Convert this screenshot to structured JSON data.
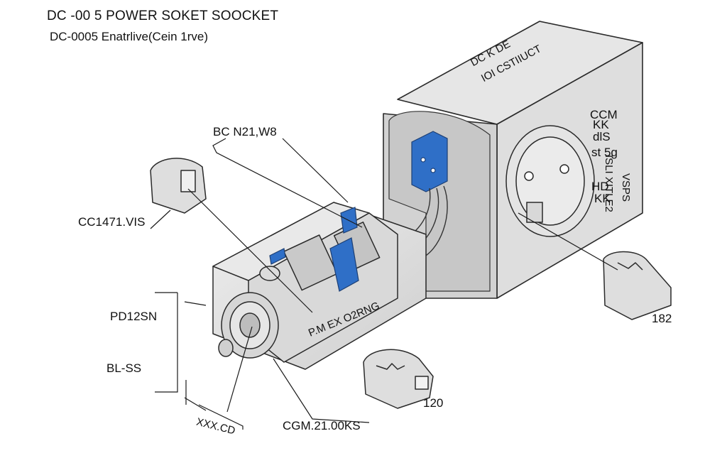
{
  "header": {
    "title": "DC -00 5 POWER SOKET SOOCKET",
    "subtitle": "DC-0005 Enatrlive(Cein 1rve)"
  },
  "callouts": {
    "top_center": "BC N21,W8",
    "left_part": "CC1471.VIS",
    "left_dim_1": "PD12SN",
    "left_dim_2": "BL-SS",
    "bottom_left": "XXX.CD",
    "bottom_center": "CGM.21.00KS",
    "clip_front": "120",
    "clip_right": "182"
  },
  "housing": {
    "side_text": [
      "DC K DE",
      "IOI CSTIIUCT"
    ],
    "face_text": [
      "CCM",
      "KK",
      "dlS",
      "st 5g",
      "HD",
      "KK"
    ],
    "rotated_text_1": "ISLI XITLE2",
    "rotated_text_2": "VSPS",
    "body_print": "P.M  EX O2RNG"
  },
  "colors": {
    "accent_blue": "#2f6fc7",
    "housing_fill": "#e2e2e2",
    "outline": "#2a2a2a"
  }
}
